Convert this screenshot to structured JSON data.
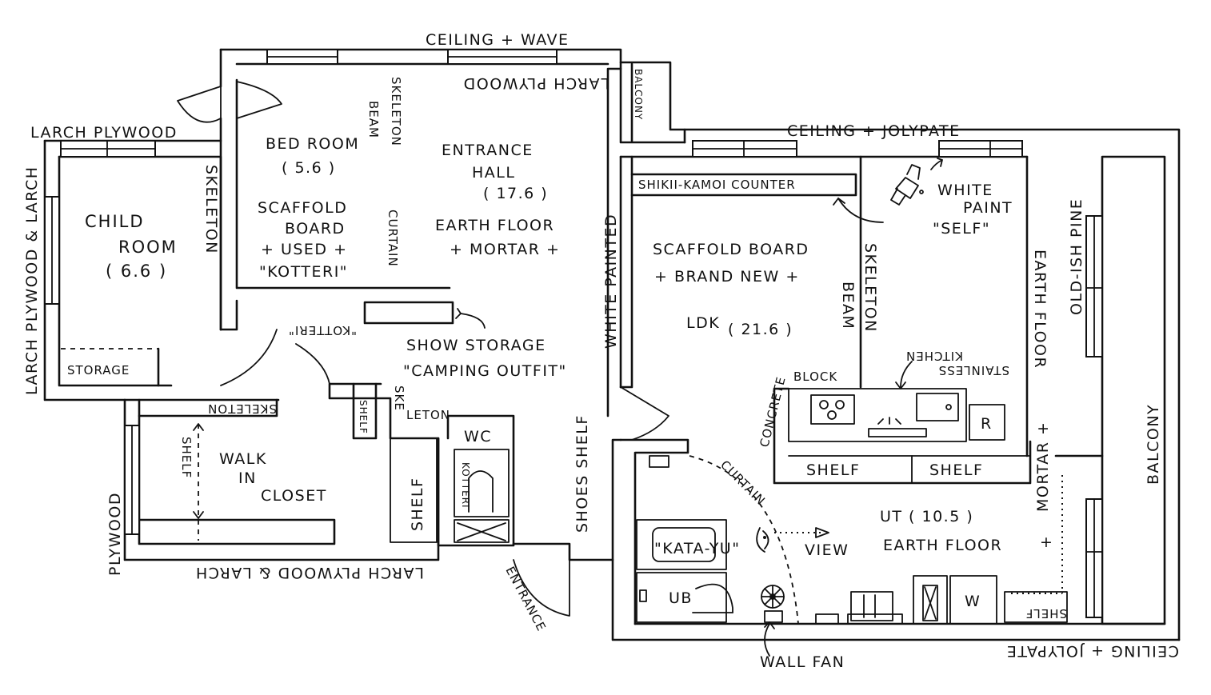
{
  "labels": {
    "ceiling_wave": "CEILING + WAVE",
    "larch_plywood_top": "LARCH PLYWOOD",
    "balcony_small": "BALCONY",
    "ceiling_jolypate_top": "CEILING + JOLYPATE",
    "larch_plywood_nw": "LARCH PLYWOOD",
    "larch_plywood_and_larch_west": "LARCH PLYWOOD & LARCH",
    "child_room": "CHILD",
    "child_room_2": "ROOM",
    "child_room_area": "( 6.6 )",
    "skeleton_child": "SKELETON",
    "storage": "STORAGE",
    "bed_room": "BED ROOM",
    "bed_room_area": "( 5.6 )",
    "scaffold_board_1": "SCAFFOLD",
    "scaffold_board_2": "BOARD",
    "used": "+ USED +",
    "kotteri_1": "\"KOTTERI\"",
    "beam_1": "BEAM",
    "skeleton_bed": "SKELETON",
    "curtain_1": "CURTAIN",
    "entrance_hall_1": "ENTRANCE",
    "entrance_hall_2": "HALL",
    "entrance_hall_area": "( 17.6 )",
    "earth_floor_1": "EARTH FLOOR",
    "mortar_1": "+ MORTAR +",
    "white_painted": "WHITE PAINTED",
    "kotteri_2": "\"KOTTERI\"",
    "show_storage": "SHOW STORAGE",
    "camping_outfit": "\"CAMPING OUTFIT\"",
    "skeleton_closet": "SKELETON",
    "shelf_closet_v": "SHELF",
    "walk_in_1": "WALK",
    "walk_in_2": "IN",
    "walk_in_3": "CLOSET",
    "shelf_small": "SHELF",
    "skeleton_wc_1": "SKE",
    "skeleton_wc_2": "LETON",
    "shelf_wc": "SHELF",
    "wc": "WC",
    "kotteri_wc": "KOTTERI",
    "shoes_shelf": "SHOES SHELF",
    "plywood_sw": "PLYWOOD",
    "larch_plywood_bottom": "LARCH PLYWOOD & LARCH",
    "entrance": "ENTRANCE",
    "shikii_kamoi": "SHIKII-KAMOI COUNTER",
    "white_paint_1": "WHITE",
    "white_paint_2": "PAINT",
    "self": "\"SELF\"",
    "scaffold_board_new": "SCAFFOLD BOARD",
    "brand_new": "+ BRAND NEW +",
    "skeleton_ldk": "SKELETON",
    "beam_2": "BEAM",
    "ldk": "LDK",
    "ldk_area": "( 21.6 )",
    "earth_floor_v": "EARTH FLOOR",
    "old_ish_pine": "OLD-ISH PINE",
    "stainless_1": "STAINLESS",
    "stainless_2": "KITCHEN",
    "concrete_block_1": "CONCRETE",
    "concrete_block_2": "BLOCK",
    "r": "R",
    "shelf_k1": "SHELF",
    "shelf_k2": "SHELF",
    "mortar_v": "MORTAR +",
    "plus_v": "+",
    "balcony_big": "BALCONY",
    "curtain_2": "CURTAIN",
    "ut": "UT ( 10.5 )",
    "earth_floor_2": "EARTH FLOOR",
    "plus_ut": "+",
    "view": "VIEW",
    "kata_yu": "\"KATA-YU\"",
    "ub": "UB",
    "w": "W",
    "shelf_ut": "SHELF",
    "wall_fan": "WALL FAN",
    "ceiling_jolypate_bottom": "CEILING + JOLYPATE"
  }
}
